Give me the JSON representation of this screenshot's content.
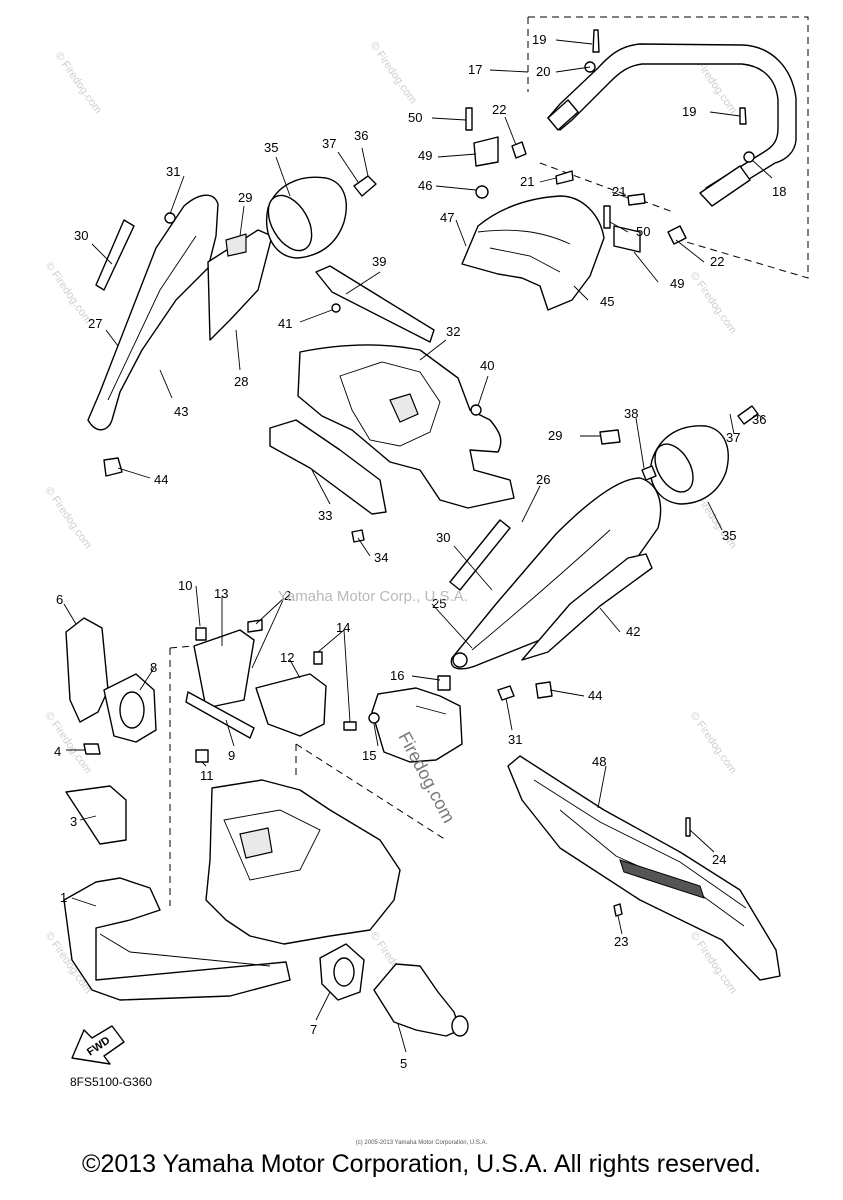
{
  "diagram": {
    "code": "8FS5100-G360",
    "fwd_label": "FWD",
    "watermark_center": "Yamaha Motor Corp., U.S.A.",
    "watermark_firedog": "Firedog.com",
    "watermark_tile": "© Firedog.com",
    "callouts": [
      {
        "id": "1",
        "label": "1"
      },
      {
        "id": "2",
        "label": "2"
      },
      {
        "id": "3",
        "label": "3"
      },
      {
        "id": "4",
        "label": "4"
      },
      {
        "id": "5",
        "label": "5"
      },
      {
        "id": "6",
        "label": "6"
      },
      {
        "id": "7",
        "label": "7"
      },
      {
        "id": "8",
        "label": "8"
      },
      {
        "id": "9",
        "label": "9"
      },
      {
        "id": "10",
        "label": "10"
      },
      {
        "id": "11",
        "label": "11"
      },
      {
        "id": "12",
        "label": "12"
      },
      {
        "id": "13",
        "label": "13"
      },
      {
        "id": "14",
        "label": "14"
      },
      {
        "id": "15",
        "label": "15"
      },
      {
        "id": "16",
        "label": "16"
      },
      {
        "id": "17",
        "label": "17"
      },
      {
        "id": "18",
        "label": "18"
      },
      {
        "id": "19a",
        "label": "19"
      },
      {
        "id": "19b",
        "label": "19"
      },
      {
        "id": "20",
        "label": "20"
      },
      {
        "id": "21a",
        "label": "21"
      },
      {
        "id": "21b",
        "label": "21"
      },
      {
        "id": "22a",
        "label": "22"
      },
      {
        "id": "22b",
        "label": "22"
      },
      {
        "id": "23",
        "label": "23"
      },
      {
        "id": "24",
        "label": "24"
      },
      {
        "id": "25",
        "label": "25"
      },
      {
        "id": "26",
        "label": "26"
      },
      {
        "id": "27",
        "label": "27"
      },
      {
        "id": "28",
        "label": "28"
      },
      {
        "id": "29a",
        "label": "29"
      },
      {
        "id": "29b",
        "label": "29"
      },
      {
        "id": "30a",
        "label": "30"
      },
      {
        "id": "30b",
        "label": "30"
      },
      {
        "id": "31a",
        "label": "31"
      },
      {
        "id": "31b",
        "label": "31"
      },
      {
        "id": "32",
        "label": "32"
      },
      {
        "id": "33",
        "label": "33"
      },
      {
        "id": "34",
        "label": "34"
      },
      {
        "id": "35a",
        "label": "35"
      },
      {
        "id": "35b",
        "label": "35"
      },
      {
        "id": "36a",
        "label": "36"
      },
      {
        "id": "36b",
        "label": "36"
      },
      {
        "id": "37a",
        "label": "37"
      },
      {
        "id": "37b",
        "label": "37"
      },
      {
        "id": "38",
        "label": "38"
      },
      {
        "id": "39",
        "label": "39"
      },
      {
        "id": "40",
        "label": "40"
      },
      {
        "id": "41",
        "label": "41"
      },
      {
        "id": "42",
        "label": "42"
      },
      {
        "id": "43",
        "label": "43"
      },
      {
        "id": "44a",
        "label": "44"
      },
      {
        "id": "44b",
        "label": "44"
      },
      {
        "id": "45",
        "label": "45"
      },
      {
        "id": "46",
        "label": "46"
      },
      {
        "id": "47",
        "label": "47"
      },
      {
        "id": "48",
        "label": "48"
      },
      {
        "id": "49a",
        "label": "49"
      },
      {
        "id": "49b",
        "label": "49"
      },
      {
        "id": "50a",
        "label": "50"
      },
      {
        "id": "50b",
        "label": "50"
      }
    ]
  },
  "footer": {
    "copyright": "©2013 Yamaha Motor Corporation, U.S.A. All rights reserved.",
    "tiny_note": "(c) 2005-2013 Yamaha Motor Corporation, U.S.A."
  }
}
